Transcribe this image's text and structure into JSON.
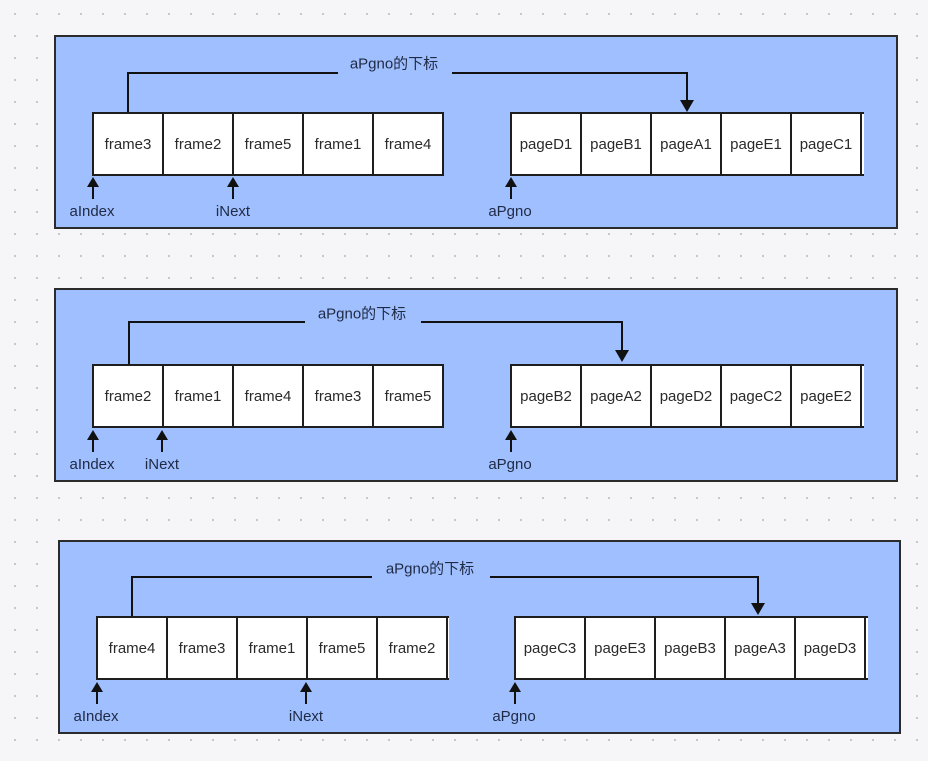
{
  "panels": [
    {
      "title": "aPgno的下标",
      "frames": [
        "frame3",
        "frame2",
        "frame5",
        "frame1",
        "frame4"
      ],
      "pages": [
        "pageD1",
        "pageB1",
        "pageA1",
        "pageE1",
        "pageC1"
      ],
      "labels": {
        "aIndex": "aIndex",
        "iNext": "iNext",
        "aPgno": "aPgno"
      }
    },
    {
      "title": "aPgno的下标",
      "frames": [
        "frame2",
        "frame1",
        "frame4",
        "frame3",
        "frame5"
      ],
      "pages": [
        "pageB2",
        "pageA2",
        "pageD2",
        "pageC2",
        "pageE2"
      ],
      "labels": {
        "aIndex": "aIndex",
        "iNext": "iNext",
        "aPgno": "aPgno"
      }
    },
    {
      "title": "aPgno的下标",
      "frames": [
        "frame4",
        "frame3",
        "frame1",
        "frame5",
        "frame2"
      ],
      "pages": [
        "pageC3",
        "pageE3",
        "pageB3",
        "pageA3",
        "pageD3"
      ],
      "labels": {
        "aIndex": "aIndex",
        "iNext": "iNext",
        "aPgno": "aPgno"
      }
    }
  ],
  "colors": {
    "panel_fill": "#a0bfff",
    "cell_fill": "#ffffff",
    "stroke": "#1e1e1e",
    "canvas": "#f6f6f9"
  }
}
